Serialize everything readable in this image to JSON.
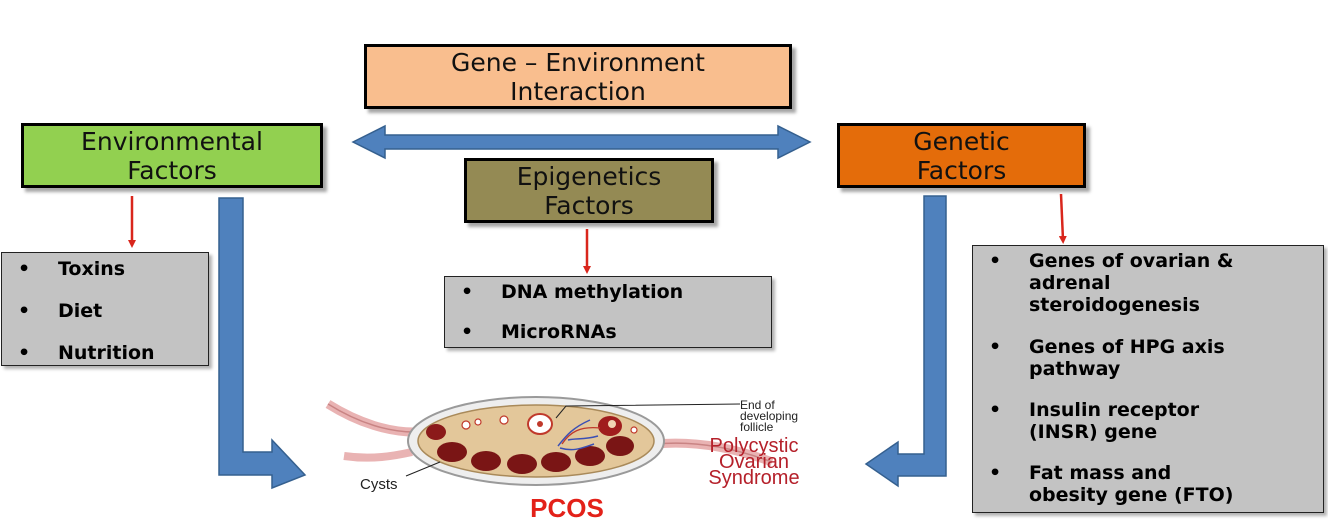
{
  "center": {
    "title_line1": "Gene – Environment",
    "title_line2": "Interaction"
  },
  "environmental": {
    "title_line1": "Environmental",
    "title_line2": "Factors",
    "items": [
      "Toxins",
      "Diet",
      "Nutrition"
    ]
  },
  "genetic": {
    "title_line1": "Genetic",
    "title_line2": "Factors",
    "items": [
      {
        "line1": "Genes of  ovarian &",
        "line2": "adrenal",
        "line3": "steroidogenesis"
      },
      {
        "line1": "Genes of HPG axis",
        "line2": "pathway"
      },
      {
        "line1": "Insulin receptor",
        "line2": "(INSR) gene"
      },
      {
        "line1": "Fat mass and",
        "line2": "obesity gene (FTO)"
      }
    ]
  },
  "epigenetics": {
    "title_line1": "Epigenetics",
    "title_line2": "Factors",
    "items": [
      "DNA methylation",
      "MicroRNAs"
    ]
  },
  "illustration": {
    "label_end_line1": "End of",
    "label_end_line2": "developing",
    "label_end_line3": "follicle",
    "label_cysts": "Cysts",
    "pcos_full_line1": "Polycystic",
    "pcos_full_line2": "Ovarian",
    "pcos_full_line3": "Syndrome",
    "pcos_abbr": "PCOS"
  },
  "colors": {
    "center_box": "#f9be8e",
    "env_box": "#92d050",
    "genetic_box": "#e46c0a",
    "epigenetic_box": "#948a54",
    "list_box": "#c3c3c3",
    "blue_arrow": "#4f81bd",
    "red_arrow": "#d9261c",
    "pcos_red": "#e32119",
    "syndrome_red": "#b5202a"
  }
}
